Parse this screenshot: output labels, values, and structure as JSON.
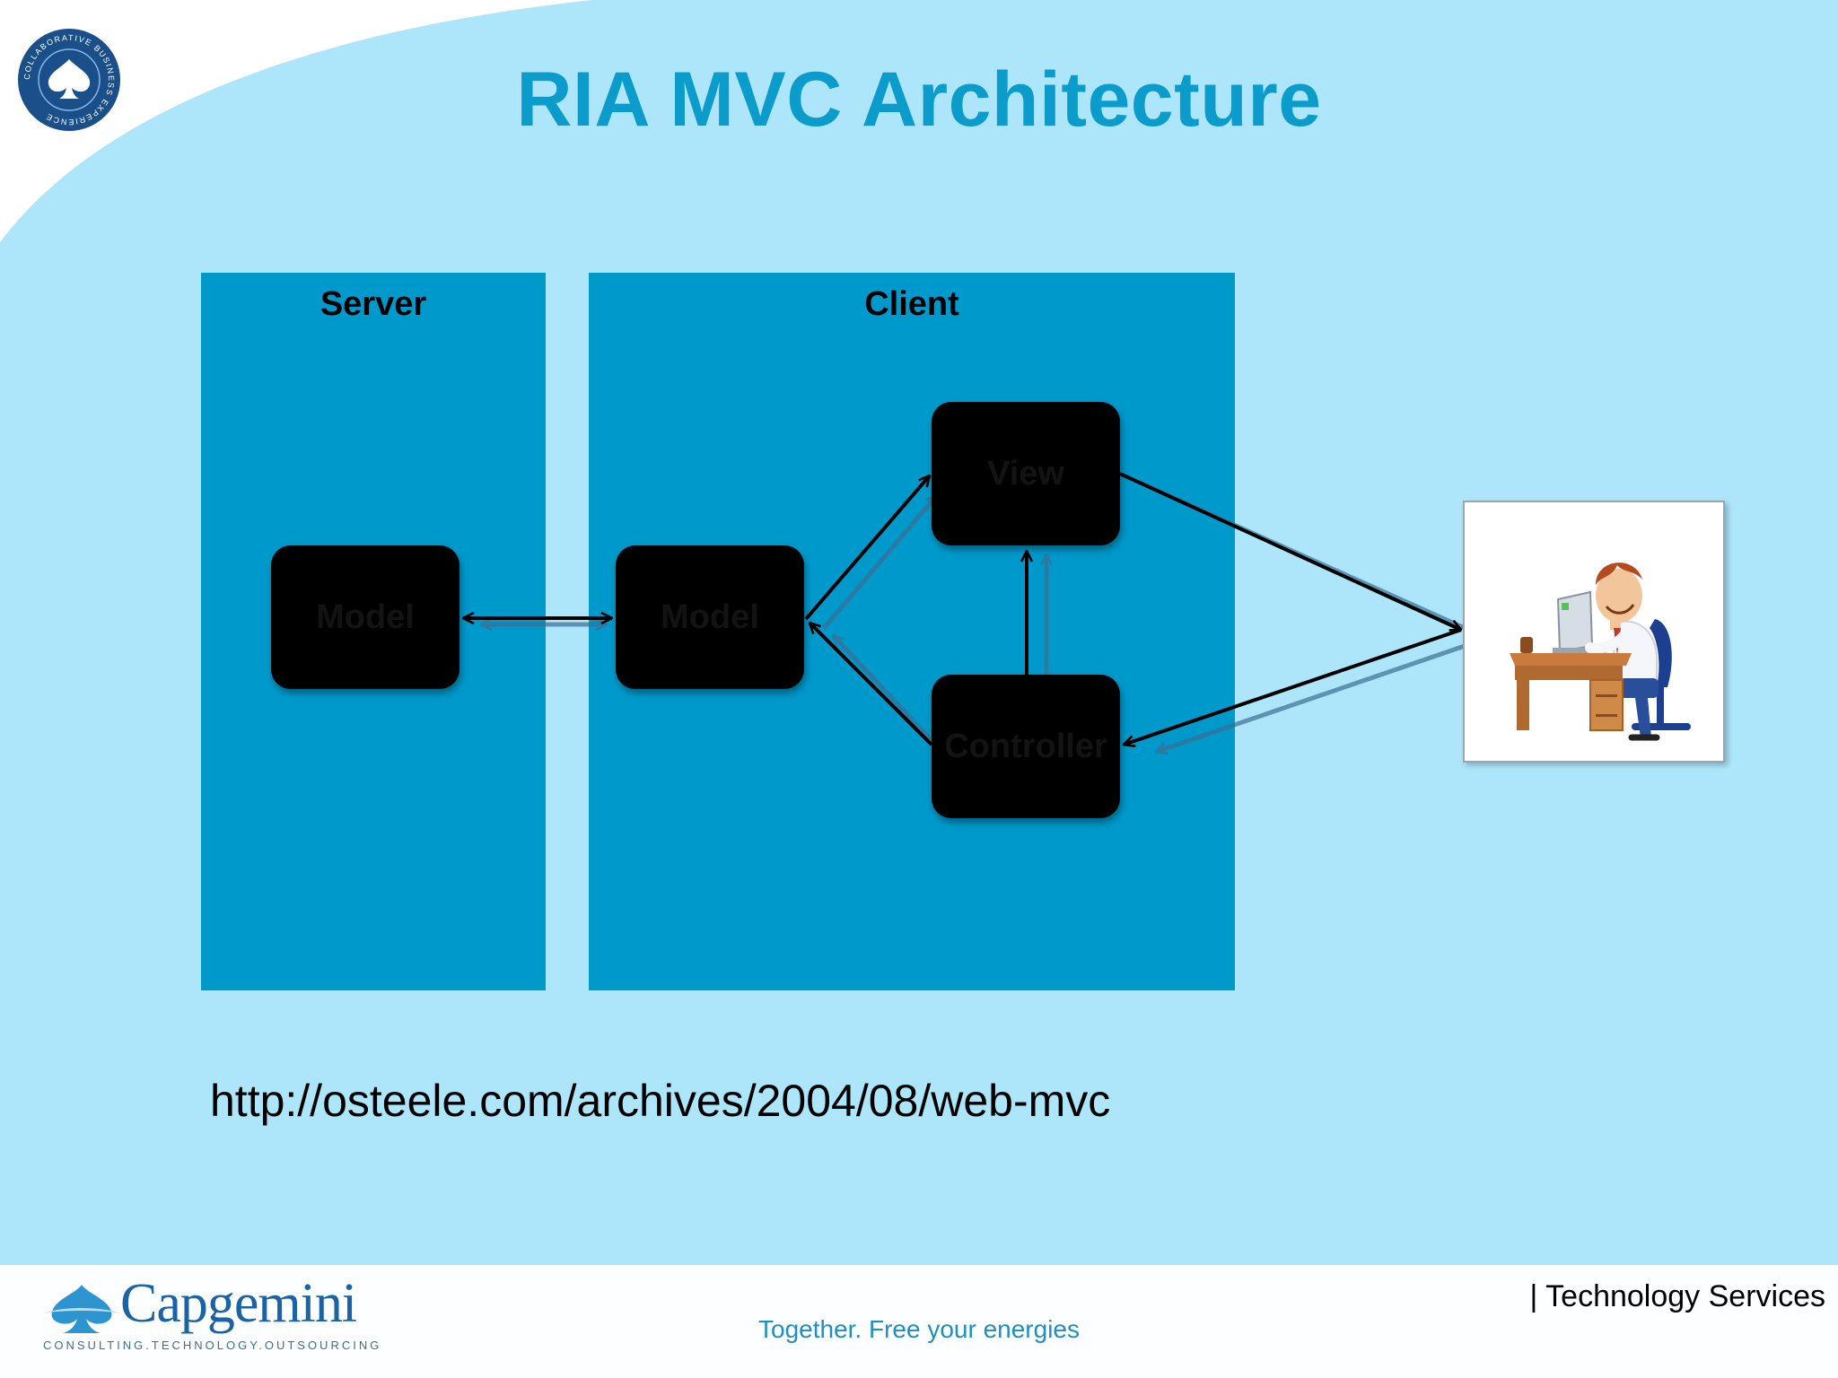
{
  "title": "RIA MVC Architecture",
  "colors": {
    "background": "#ade6fb",
    "panel": "#0099cc",
    "title": "#0b9ccc",
    "node": "#000000",
    "brand": "#1a64a6"
  },
  "seal": {
    "text": "COLLABORATIVE BUSINESS EXPERIENCE",
    "icon": "spade-icon"
  },
  "panels": {
    "server": {
      "label": "Server"
    },
    "client": {
      "label": "Client"
    }
  },
  "nodes": {
    "server_model": "Model",
    "client_model": "Model",
    "view": "View",
    "controller": "Controller"
  },
  "user_icon": "person-at-desk-icon",
  "url": "http://osteele.com/archives/2004/08/web-mvc",
  "footer": {
    "brand": "Capgemini",
    "brand_sub": "CONSULTING.TECHNOLOGY.OUTSOURCING",
    "tagline": "Together. Free your energies",
    "division": "| Technology Services"
  }
}
